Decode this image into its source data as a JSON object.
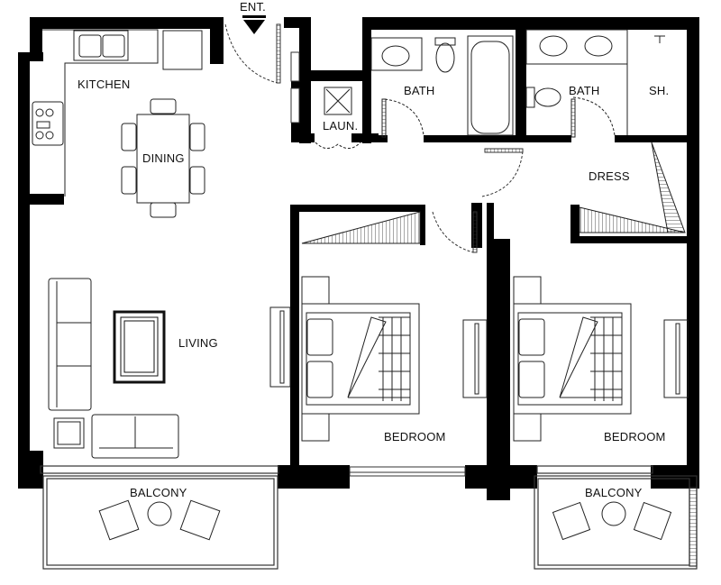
{
  "plan": {
    "title": "Two-bedroom apartment floor plan",
    "colors": {
      "wall": "#000000",
      "line": "#222222",
      "background": "#ffffff"
    },
    "entrance": {
      "label": "ENT.",
      "icon": "entrance-arrow-icon"
    },
    "rooms": {
      "kitchen": "KITCHEN",
      "dining": "DINING",
      "laundry": "LAUN.",
      "bath_1": "BATH",
      "bath_2": "BATH",
      "shower": "SH.",
      "dress": "DRESS",
      "living": "LIVING",
      "bedroom_1": "BEDROOM",
      "bedroom_2": "BEDROOM",
      "balcony_1": "BALCONY",
      "balcony_2": "BALCONY"
    }
  }
}
